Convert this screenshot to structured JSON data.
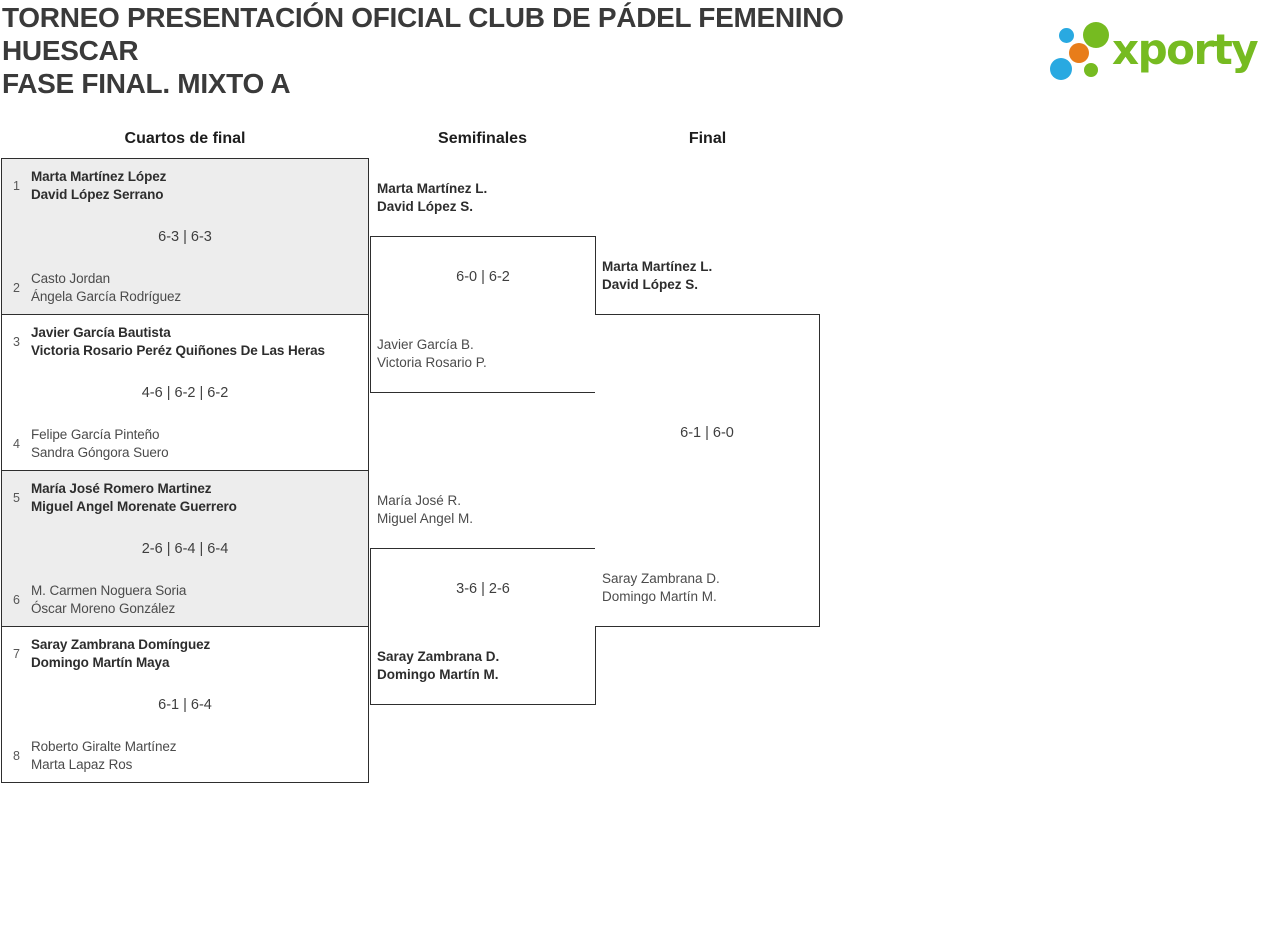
{
  "title": {
    "line1": "TORNEO PRESENTACIÓN OFICIAL CLUB DE PÁDEL FEMENINO",
    "line2": "HUESCAR",
    "line3": "FASE FINAL. MIXTO A"
  },
  "logo": {
    "brand": "xporty",
    "colors": {
      "green": "#76bb21",
      "blue": "#29a9e1",
      "orange": "#e87d1a"
    }
  },
  "round_headers": {
    "quarterfinals": "Cuartos de final",
    "semifinals": "Semifinales",
    "final": "Final"
  },
  "quarterfinals": [
    {
      "seed_top": "1",
      "top_line1": "Marta Martínez López",
      "top_line2": "David López Serrano",
      "top_winner": true,
      "score": "6-3 | 6-3",
      "seed_bottom": "2",
      "bottom_line1": "Casto Jordan",
      "bottom_line2": "Ángela García Rodríguez",
      "bottom_winner": false
    },
    {
      "seed_top": "3",
      "top_line1": "Javier García Bautista",
      "top_line2": "Victoria Rosario Peréz Quiñones De Las Heras",
      "top_winner": true,
      "score": "4-6 | 6-2 | 6-2",
      "seed_bottom": "4",
      "bottom_line1": "Felipe García Pinteño",
      "bottom_line2": "Sandra Góngora Suero",
      "bottom_winner": false
    },
    {
      "seed_top": "5",
      "top_line1": "María José Romero Martinez",
      "top_line2": "Miguel Angel Morenate Guerrero",
      "top_winner": true,
      "score": "2-6 | 6-4 | 6-4",
      "seed_bottom": "6",
      "bottom_line1": "M. Carmen Noguera Soria",
      "bottom_line2": "Óscar Moreno González",
      "bottom_winner": false
    },
    {
      "seed_top": "7",
      "top_line1": "Saray Zambrana Domínguez",
      "top_line2": "Domingo Martín Maya",
      "top_winner": true,
      "score": "6-1 | 6-4",
      "seed_bottom": "8",
      "bottom_line1": "Roberto Giralte Martínez",
      "bottom_line2": "Marta Lapaz Ros",
      "bottom_winner": false
    }
  ],
  "semifinals": [
    {
      "top_line1": "Marta Martínez L.",
      "top_line2": "David López S.",
      "top_winner": true,
      "score": "6-0 | 6-2",
      "bottom_line1": "Javier García B.",
      "bottom_line2": "Victoria Rosario P.",
      "bottom_winner": false
    },
    {
      "top_line1": "María José R.",
      "top_line2": "Miguel Angel M.",
      "top_winner": false,
      "score": "3-6 | 2-6",
      "bottom_line1": "Saray Zambrana D.",
      "bottom_line2": "Domingo Martín M.",
      "bottom_winner": true
    }
  ],
  "final": {
    "top_line1": "Marta Martínez L.",
    "top_line2": "David López S.",
    "top_winner": true,
    "score": "6-1 | 6-0",
    "bottom_line1": "Saray Zambrana D.",
    "bottom_line2": "Domingo Martín M.",
    "bottom_winner": false
  }
}
